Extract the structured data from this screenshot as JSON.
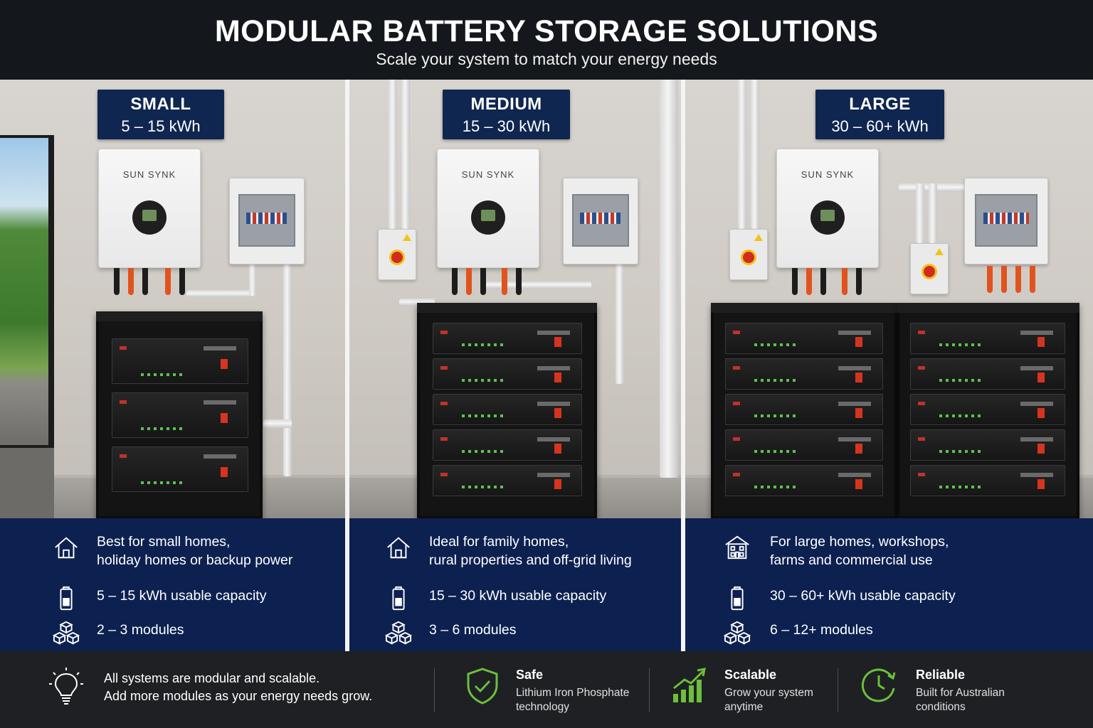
{
  "header": {
    "title": "MODULAR BATTERY STORAGE SOLUTIONS",
    "subtitle": "Scale your system to match your energy needs"
  },
  "tiers": [
    {
      "name": "SMALL",
      "range": "5 – 15 kWh",
      "brand": "SUN SYNK",
      "description_line1": "Best for small homes,",
      "description_line2": "holiday homes or backup power",
      "capacity": "5 – 15 kWh usable capacity",
      "modules": "2 – 3 modules",
      "icons": [
        "house-icon",
        "battery-icon",
        "cubes-icon"
      ]
    },
    {
      "name": "MEDIUM",
      "range": "15 – 30 kWh",
      "brand": "SUN SYNK",
      "description_line1": "Ideal for family homes,",
      "description_line2": "rural properties and off-grid living",
      "capacity": "15 – 30 kWh usable capacity",
      "modules": "3 – 6 modules",
      "icons": [
        "house-icon",
        "battery-icon",
        "cubes-icon"
      ]
    },
    {
      "name": "LARGE",
      "range": "30 – 60+ kWh",
      "brand": "SUN SYNK",
      "description_line1": "For large homes, workshops,",
      "description_line2": "farms and commercial use",
      "capacity": "30 – 60+ kWh usable capacity",
      "modules": "6 – 12+ modules",
      "icons": [
        "building-icon",
        "battery-icon",
        "cubes-icon"
      ]
    }
  ],
  "footer": {
    "note_line1": "All systems are modular and scalable.",
    "note_line2": "Add more modules as your energy needs grow.",
    "features": [
      {
        "title": "Safe",
        "line1": "Lithium Iron Phosphate",
        "line2": "technology",
        "icon": "shield-check-icon"
      },
      {
        "title": "Scalable",
        "line1": "Grow your system",
        "line2": "anytime",
        "icon": "growth-chart-icon"
      },
      {
        "title": "Reliable",
        "line1": "Built for Australian",
        "line2": "conditions",
        "icon": "clock-arrow-icon"
      }
    ],
    "colors": {
      "accent_green": "#6cbf3a",
      "navy": "#0d2150"
    }
  }
}
